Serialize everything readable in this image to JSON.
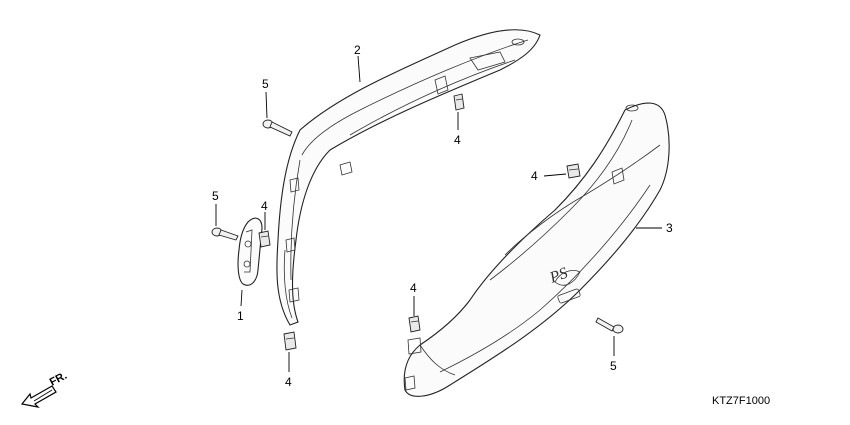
{
  "labels": {
    "part1": "1",
    "part2": "2",
    "part3": "3",
    "clip_a": "4",
    "clip_b": "4",
    "clip_c": "4",
    "clip_d": "4",
    "clip_e": "4",
    "bolt_a": "5",
    "bolt_b": "5",
    "bolt_c": "5"
  },
  "front_indicator": "FR.",
  "emblem_text": "PS",
  "diagram_code": "KTZ7F1000"
}
